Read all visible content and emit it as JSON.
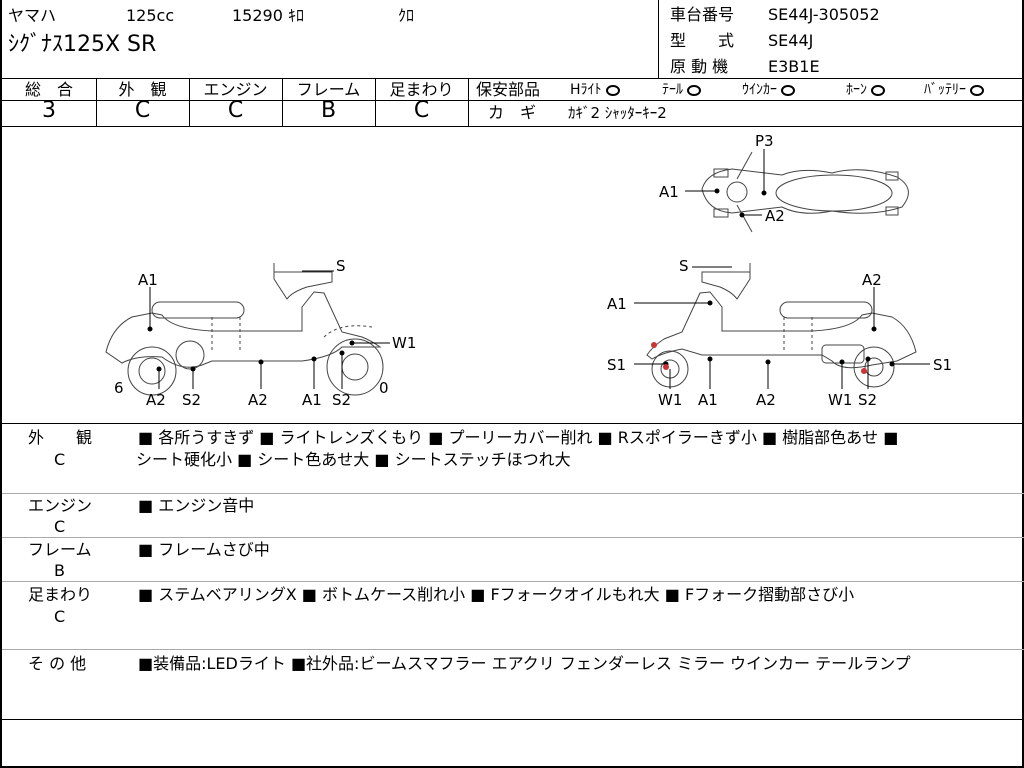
{
  "header": {
    "maker": "ヤマハ",
    "cc": "125cc",
    "mileage": "15290 ｷﾛ",
    "color": "ｸﾛ",
    "model_name": "ｼｸﾞﾅｽ125X SR",
    "chassis_label": "車台番号",
    "chassis_value": "SE44J-305052",
    "type_label": "型　　式",
    "type_value": "SE44J",
    "engine_label": "原 動 機",
    "engine_value": "E3B1E"
  },
  "grades": {
    "overall_label": "総　合",
    "overall_value": "3",
    "exterior_label": "外　観",
    "exterior_value": "C",
    "engine_label": "エンジン",
    "engine_value": "C",
    "frame_label": "フレーム",
    "frame_value": "B",
    "suspension_label": "足まわり",
    "suspension_value": "C"
  },
  "safety": {
    "label": "保安部品",
    "items": [
      "Hﾗｲﾄ",
      "ﾃｰﾙ",
      "ｳｲﾝｶｰ",
      "ﾎｰﾝ",
      "ﾊﾞｯﾃﾘｰ"
    ],
    "key_label": "カ　ギ",
    "key_value": "ｶｷﾞ2 ｼｬｯﾀｰｷｰ2"
  },
  "diagram": {
    "left_labels": {
      "a1_top": "A1",
      "s": "S",
      "w1": "W1",
      "n6": "6",
      "n0": "0",
      "a2_a": "A2",
      "s2_a": "S2",
      "a2_b": "A2",
      "a1_b": "A1",
      "s2_b": "S2"
    },
    "right_labels": {
      "s": "S",
      "a1": "A1",
      "a2": "A2",
      "s1_l": "S1",
      "s1_r": "S1",
      "w1_a": "W1",
      "a1_b": "A1",
      "a2_b": "A2",
      "w1_b": "W1",
      "s2": "S2"
    },
    "top_labels": {
      "p3": "P3",
      "a1": "A1",
      "a2": "A2"
    }
  },
  "sections": [
    {
      "label": "外　　観",
      "grade": "C",
      "text": "■ 各所うすきず ■ ライトレンズくもり ■ プーリーカバー削れ ■ Rスポイラーきず小 ■ 樹脂部色あせ ■",
      "text2": "シート硬化小 ■ シート色あせ大 ■ シートステッチほつれ大"
    },
    {
      "label": "エンジン",
      "grade": "C",
      "text": "■ エンジン音中"
    },
    {
      "label": "フレーム",
      "grade": "B",
      "text": "■ フレームさび中"
    },
    {
      "label": "足まわり",
      "grade": "C",
      "text": "■ ステムベアリングX ■ ボトムケース削れ小 ■ Fフォークオイルもれ大 ■ Fフォーク摺動部さび小"
    },
    {
      "label": "そ の 他",
      "text": "■装備品:LEDライト ■社外品:ビームスマフラー エアクリ フェンダーレス ミラー ウインカー テールランプ"
    }
  ]
}
